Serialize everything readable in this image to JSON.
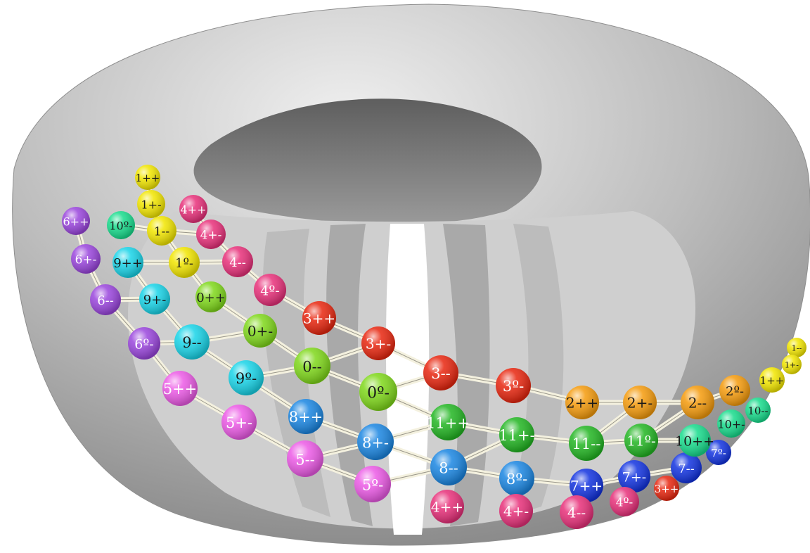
{
  "diagram": {
    "background": "#ffffff",
    "torus_color": "#b8b8b8",
    "colors": {
      "0": "#7fd81a",
      "1": "#f2e600",
      "2": "#f59b0c",
      "3": "#e8260f",
      "4": "#e8307a",
      "5": "#ec5ae6",
      "6": "#9a45dd",
      "7": "#1233e0",
      "8": "#1a86e2",
      "9": "#18d4e8",
      "10": "#17dc8c",
      "11": "#22b622"
    },
    "nodes": [
      {
        "label": "0++",
        "group": "0"
      },
      {
        "label": "0+-",
        "group": "0"
      },
      {
        "label": "0--",
        "group": "0"
      },
      {
        "label": "0º-",
        "group": "0"
      },
      {
        "label": "1++",
        "group": "1"
      },
      {
        "label": "1+-",
        "group": "1"
      },
      {
        "label": "1--",
        "group": "1"
      },
      {
        "label": "1º-",
        "group": "1"
      },
      {
        "label": "2++",
        "group": "2"
      },
      {
        "label": "2+-",
        "group": "2"
      },
      {
        "label": "2--",
        "group": "2"
      },
      {
        "label": "2º-",
        "group": "2"
      },
      {
        "label": "3++",
        "group": "3"
      },
      {
        "label": "3+-",
        "group": "3"
      },
      {
        "label": "3--",
        "group": "3"
      },
      {
        "label": "3º-",
        "group": "3"
      },
      {
        "label": "4++",
        "group": "4"
      },
      {
        "label": "4+-",
        "group": "4"
      },
      {
        "label": "4--",
        "group": "4"
      },
      {
        "label": "4º-",
        "group": "4"
      },
      {
        "label": "5++",
        "group": "5"
      },
      {
        "label": "5+-",
        "group": "5"
      },
      {
        "label": "5--",
        "group": "5"
      },
      {
        "label": "5º-",
        "group": "5"
      },
      {
        "label": "6++",
        "group": "6"
      },
      {
        "label": "6+-",
        "group": "6"
      },
      {
        "label": "6--",
        "group": "6"
      },
      {
        "label": "6º-",
        "group": "6"
      },
      {
        "label": "7++",
        "group": "7"
      },
      {
        "label": "7+-",
        "group": "7"
      },
      {
        "label": "7--",
        "group": "7"
      },
      {
        "label": "7º-",
        "group": "7"
      },
      {
        "label": "8++",
        "group": "8"
      },
      {
        "label": "8+-",
        "group": "8"
      },
      {
        "label": "8--",
        "group": "8"
      },
      {
        "label": "8º-",
        "group": "8"
      },
      {
        "label": "9++",
        "group": "9"
      },
      {
        "label": "9+-",
        "group": "9"
      },
      {
        "label": "9--",
        "group": "9"
      },
      {
        "label": "9º-",
        "group": "9"
      },
      {
        "label": "10++",
        "group": "10"
      },
      {
        "label": "10+-",
        "group": "10"
      },
      {
        "label": "10--",
        "group": "10"
      },
      {
        "label": "10º-",
        "group": "10"
      },
      {
        "label": "11++",
        "group": "11"
      },
      {
        "label": "11+-",
        "group": "11"
      },
      {
        "label": "11--",
        "group": "11"
      },
      {
        "label": "11º-",
        "group": "11"
      }
    ]
  }
}
